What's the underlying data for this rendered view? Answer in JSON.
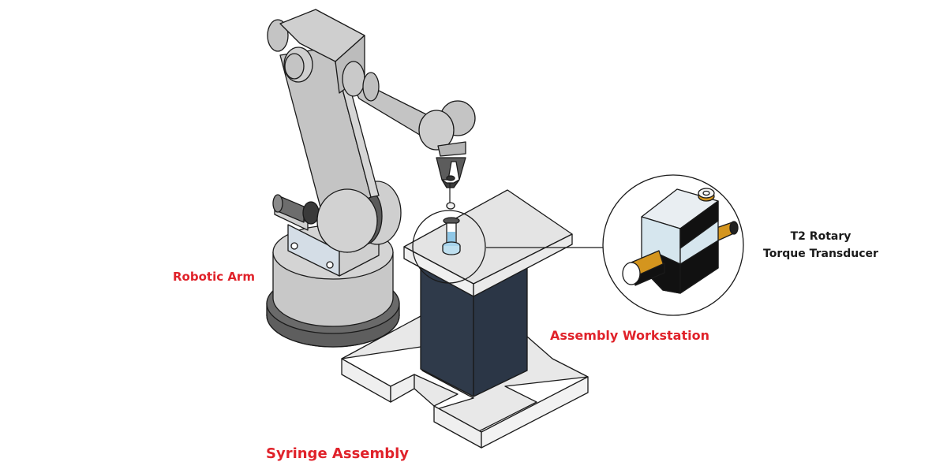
{
  "labels": {
    "robotic_arm": "Robotic Arm",
    "assembly_workstation": "Assembly Workstation",
    "transducer_line1": "T2 Rotary",
    "transducer_line2": "Torque Transducer",
    "syringe_assembly": "Syringe Assembly"
  },
  "colors": {
    "label_red": "#e0222a",
    "label_dark": "#1a1a1a",
    "robot_gray": "#c4c4c4",
    "robot_dark": "#5e5e5e",
    "pedestal_navy": "#2f3a4a",
    "table_light": "#e6e6e6",
    "shaft_gold": "#d4951e",
    "transducer_blue": "#d6e6ee",
    "syringe_blue": "#8fc7e6"
  }
}
